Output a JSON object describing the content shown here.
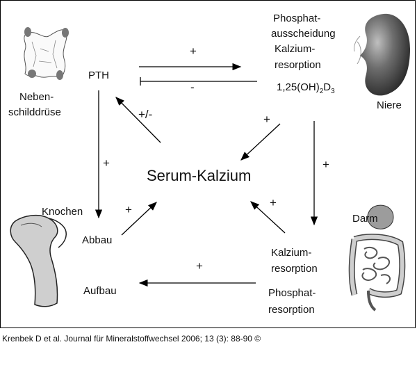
{
  "labels": {
    "pth": "PTH",
    "nebenschilddruese_1": "Neben-",
    "nebenschilddruese_2": "schilddrüse",
    "niere_text_1": "Phosphat-",
    "niere_text_2": "ausscheidung",
    "niere_text_3": "Kalzium-",
    "niere_text_4": "resorption",
    "calcitriol": "1,25(OH)",
    "calcitriol_sub1": "2",
    "calcitriol_mid": "D",
    "calcitriol_sub2": "3",
    "niere": "Niere",
    "serum": "Serum-Kalzium",
    "knochen": "Knochen",
    "abbau": "Abbau",
    "aufbau": "Aufbau",
    "darm": "Darm",
    "darm_text_1": "Kalzium-",
    "darm_text_2": "resorption",
    "darm_text_3": "Phosphat-",
    "darm_text_4": "resorption"
  },
  "signs": {
    "pth_to_kidney": "+",
    "kidney_to_pth": "-",
    "serum_to_pth": "+/-",
    "kidney_to_serum": "+",
    "pth_to_bone": "+",
    "kidney_to_gut": "+",
    "abbau_to_serum": "+",
    "gut_to_serum": "+",
    "gut_to_aufbau": "+"
  },
  "caption": "Krenbek D et al. Journal für Mineralstoffwechsel 2006; 13 (3): 88-90 ©"
}
